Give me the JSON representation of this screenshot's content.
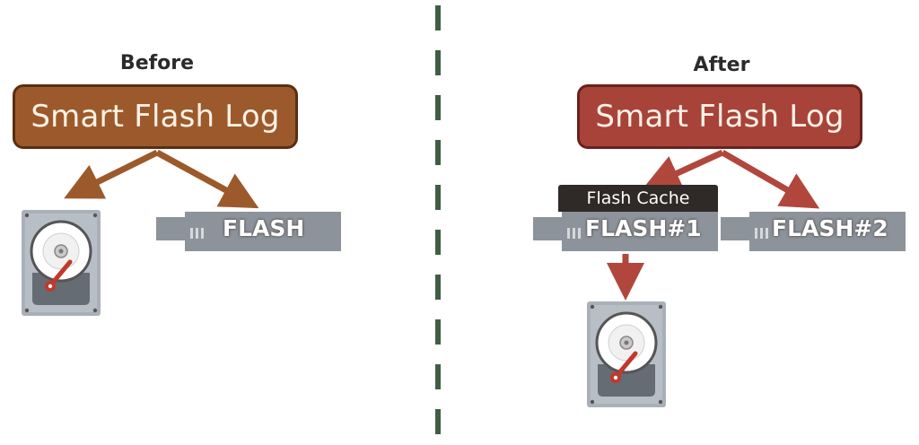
{
  "before": {
    "heading": "Before",
    "box_label": "Smart Flash Log",
    "flash_label": "FLASH"
  },
  "after": {
    "heading": "After",
    "box_label": "Smart Flash Log",
    "cache_badge": "Flash Cache",
    "flash1_label": "FLASH#1",
    "flash2_label": "FLASH#2"
  },
  "colors": {
    "before_box": "#9c5a2c",
    "after_box": "#a8433a",
    "before_arrow": "#9c5a2c",
    "after_arrow": "#b1473c",
    "divider": "#3f5e45",
    "disk_body": "#a9b0b8",
    "card_body": "#8d939a"
  },
  "icons": [
    "hard-disk-icon",
    "flash-card-icon",
    "arrow-icon"
  ]
}
